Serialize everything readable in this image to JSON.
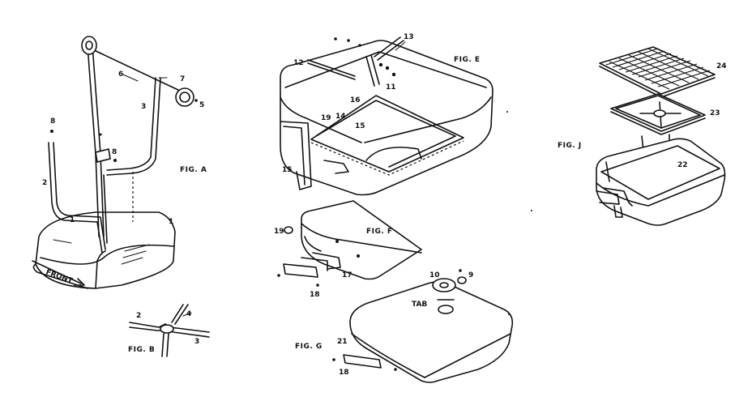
{
  "figures": {
    "a": "FIG. A",
    "b": "FIG. B",
    "e": "FIG. E",
    "f": "FIG. F",
    "g": "FIG. G",
    "j": "FIG. J"
  },
  "annotations": {
    "front": "FRONT",
    "tab": "TAB"
  },
  "callouts": {
    "c1a": "1",
    "c1b": "1",
    "c2a": "2",
    "c3a": "3",
    "c5": "5",
    "c6": "6",
    "c7": "7",
    "c8a": "8",
    "c8b": "8",
    "b2": "2",
    "b3": "3",
    "b4": "4",
    "c9": "9",
    "c10": "10",
    "c11": "11",
    "c12": "12",
    "c13": "13",
    "c14": "14",
    "c15a": "15",
    "c15b": "15",
    "c16": "16",
    "c17": "17",
    "c18a": "18",
    "c18b": "18",
    "c19a": "19",
    "c19b": "19",
    "c21": "21",
    "c22": "22",
    "c23": "23",
    "c24": "24"
  }
}
